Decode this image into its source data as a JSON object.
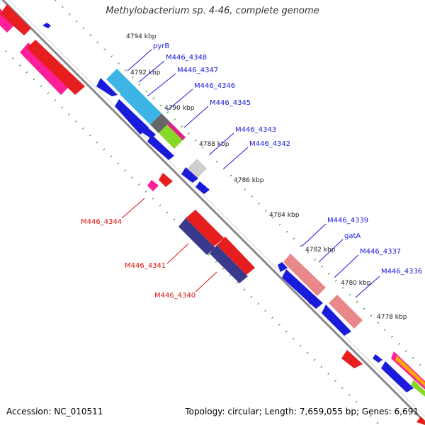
{
  "header": {
    "title": "Methylobacterium sp. 4-46, complete genome"
  },
  "footer": {
    "accession": "Accession: NC_010511",
    "summary": "Topology: circular; Length: 7,659,055 bp; Genes: 6,691"
  },
  "colors": {
    "forward_label": "#1a1adb",
    "reverse_label": "#dd1111",
    "backbone": "#8a8a8a",
    "tick": "#2a8a2a",
    "kbp_label": "#222222"
  },
  "ticks": [
    "4794 kbp",
    "4792 kbp",
    "4790 kbp",
    "4788 kbp",
    "4786 kbp",
    "4784 kbp",
    "4782 kbp",
    "4780 kbp",
    "4778 kbp"
  ],
  "forward_gene_labels": [
    "pyrB",
    "M446_4348",
    "M446_4347",
    "M446_4346",
    "M446_4345",
    "M446_4343",
    "M446_4342",
    "M446_4339",
    "gatA",
    "M446_4337",
    "M446_4336"
  ],
  "reverse_gene_labels": [
    "M446_4344",
    "M446_4341",
    "M446_4340"
  ]
}
